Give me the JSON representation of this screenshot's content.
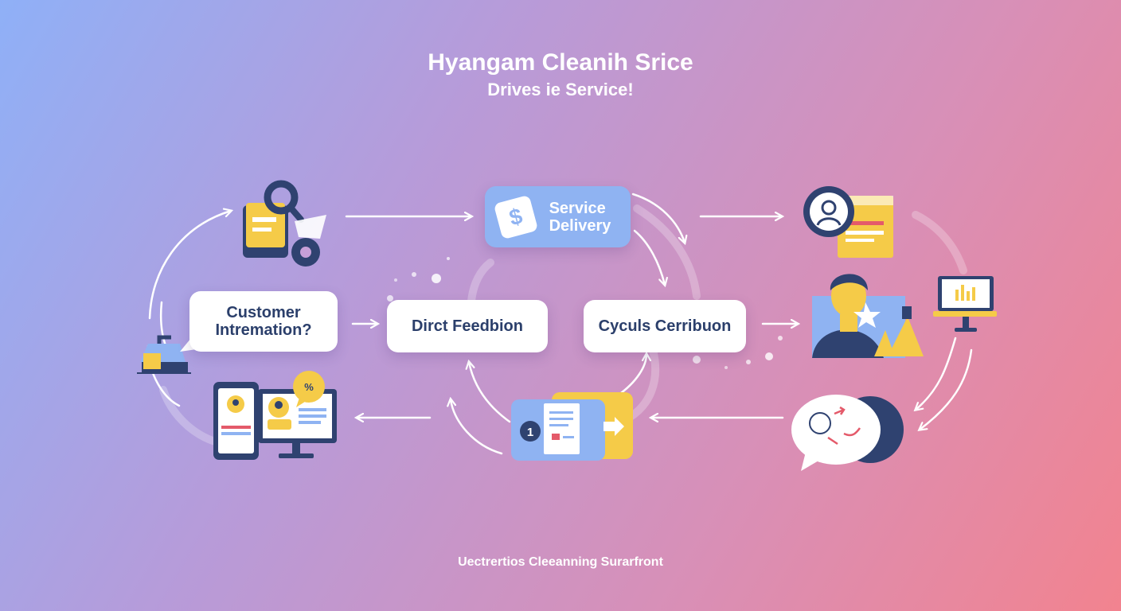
{
  "header": {
    "title": "Hyangam Cleanih Srice",
    "subtitle": "Drives ie Service!"
  },
  "nodes": {
    "customer": "Customer\nIntremation?",
    "direct": "Dirct Feedbion",
    "cycles": "Cyculs Cerribuon",
    "service": "Service\nDelivery"
  },
  "icons": {
    "device_badge": "%"
  },
  "footer": "Uectrertios Cleeanning Surarfront",
  "colors": {
    "navy": "#2f4270",
    "yellow": "#f5cb48",
    "blue": "#8fb3f2",
    "red": "#e45a6a"
  }
}
